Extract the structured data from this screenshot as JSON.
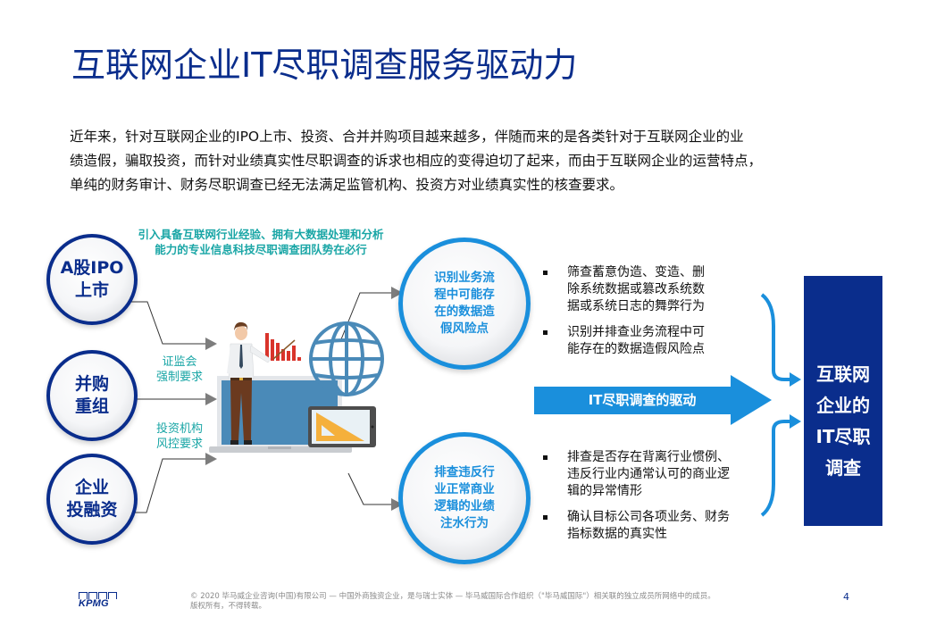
{
  "title": "互联网企业IT尽职调查服务驱动力",
  "intro": {
    "lines": [
      "近年来，针对互联网企业的IPO上市、投资、合并并购项目越来越多，伴随而来的是各类针对于互联网企业的业",
      "绩造假，骗取投资，而针对业绩真实性尽职调查的诉求也相应的变得迫切了起来，而由于互联网企业的运营特点，",
      "单纯的财务审计、财务尽职调查已经无法满足监管机构、投资方对业绩真实性的核查要求。"
    ]
  },
  "diagram": {
    "top_note": {
      "line1": "引入具备互联网行业经验、拥有大数据处理和分析",
      "line2": "能力的专业信息科技尽职调查团队势在必行"
    },
    "drivers": [
      {
        "line1": "A股IPO",
        "line2": "上市"
      },
      {
        "line1": "并购",
        "line2": "重组"
      },
      {
        "line1": "企业",
        "line2": "投融资"
      }
    ],
    "requirements": [
      {
        "line1": "证监会",
        "line2": "强制要求"
      },
      {
        "line1": "投资机构",
        "line2": "风控要求"
      }
    ],
    "focus_areas": [
      {
        "lines": [
          "识别业务流",
          "程中可能存",
          "在的数据造",
          "假风险点"
        ],
        "bullets": [
          [
            "筛查蓄意伪造、变造、删",
            "除系统数据或篡改系统数",
            "据或系统日志的舞弊行为"
          ],
          [
            "识别并排查业务流程中可",
            "能存在的数据造假风险点"
          ]
        ]
      },
      {
        "lines": [
          "排查违反行",
          "业正常商业",
          "逻辑的业绩",
          "注水行为"
        ],
        "bullets": [
          [
            "排查是否存在背离行业惯例、",
            "违反行业内通常认可的商业逻",
            "辑的异常情形"
          ],
          [
            "确认目标公司各项业务、财务",
            "指标数据的真实性"
          ]
        ]
      }
    ],
    "drive_arrow_label": "IT尽职调查的驱动",
    "result": {
      "lines": [
        "互联网",
        "企业的",
        "IT尽职",
        "调查"
      ]
    },
    "icons": {
      "illustration": "presenter-with-laptop-chart-globe-icon",
      "result_icon": "globe-arrow-icon"
    },
    "colors": {
      "navy": "#0a2d8c",
      "blue": "#1a8fdc",
      "teal": "#1aa6a6",
      "bar_red": "#d9342b",
      "globe_blue": "#4a8ab8",
      "triangle_orange": "#f5b03c"
    }
  },
  "footer": {
    "logo": "KPMG",
    "copyright_line1": "© 2020 毕马威企业咨询(中国)有限公司 — 中国外商独资企业，是与瑞士实体 — 毕马威国际合作组织（\"毕马威国际\"）相关联的独立成员所网络中的成员。",
    "copyright_line2": "版权所有，不得转载。",
    "page_number": "4"
  }
}
